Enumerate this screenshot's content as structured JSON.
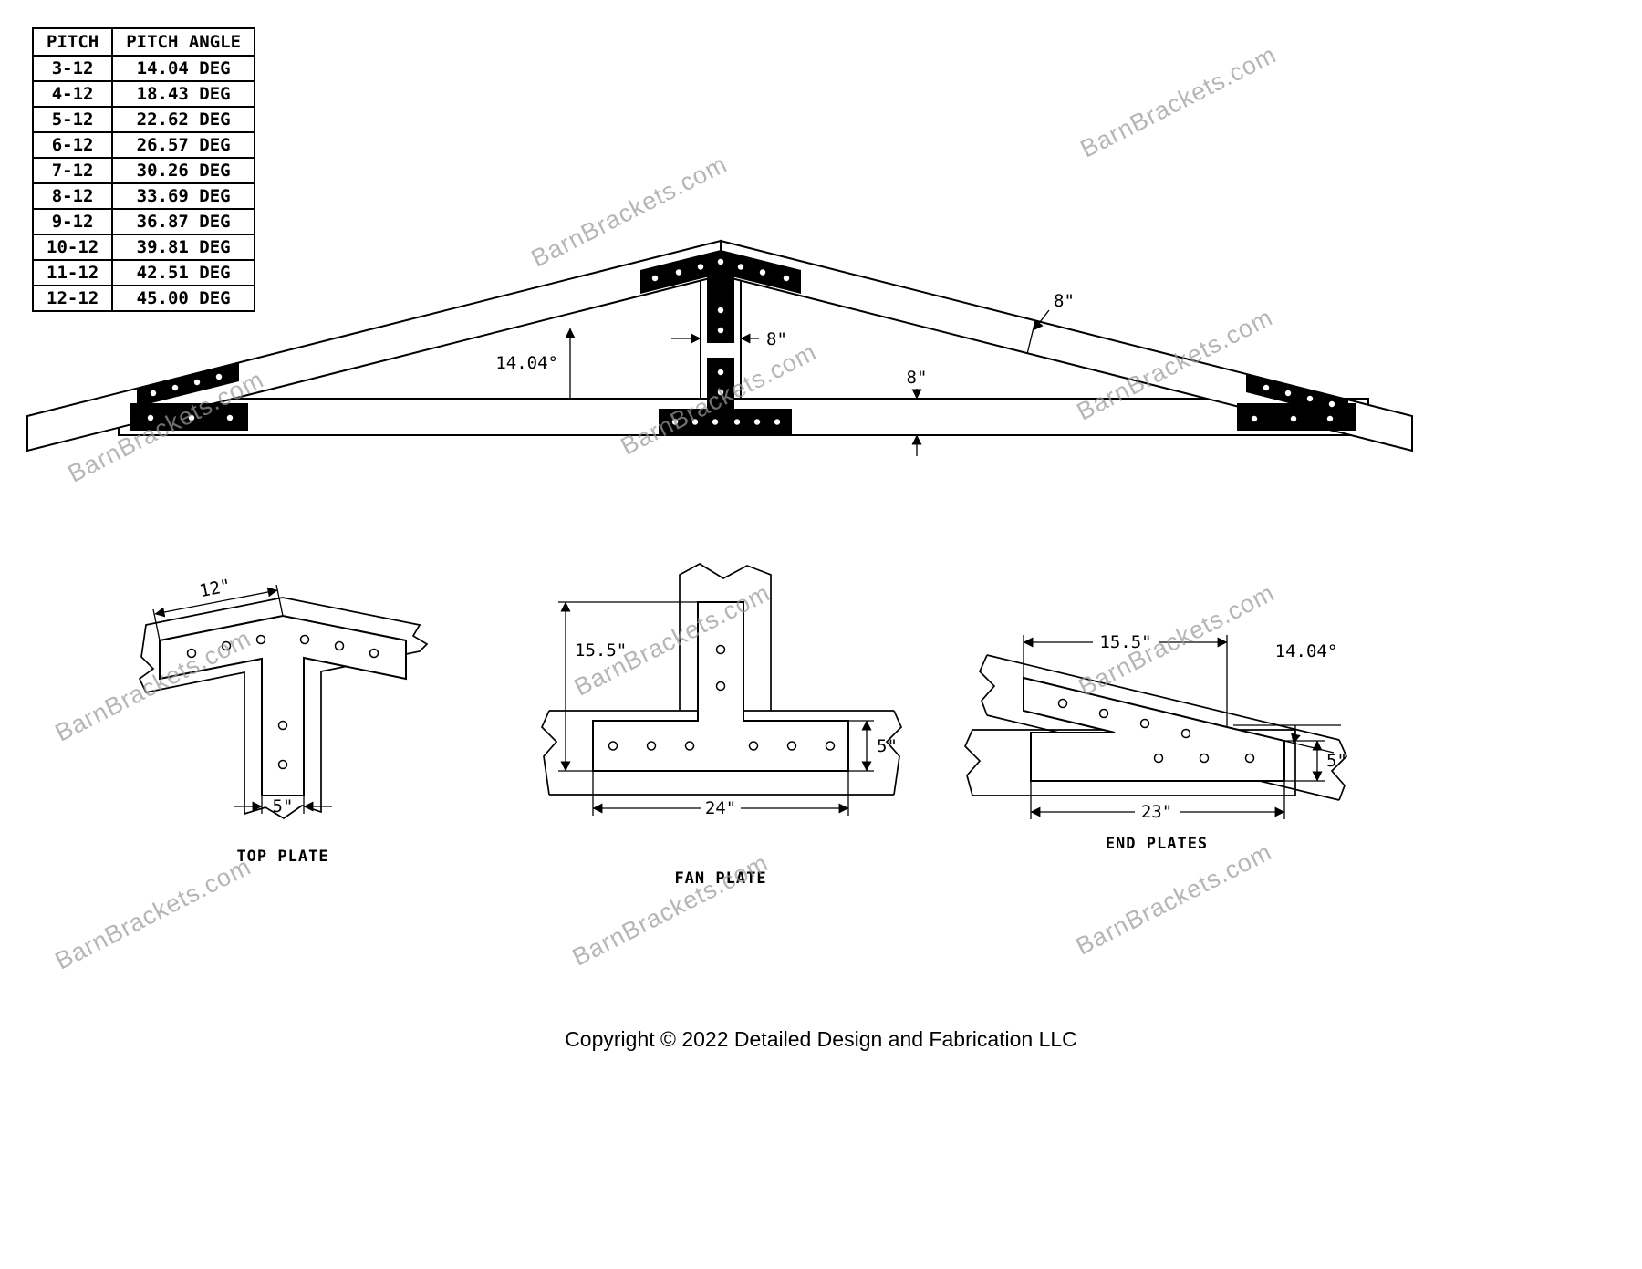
{
  "watermark": "BarnBrackets.com",
  "pitch_table": {
    "headers": [
      "PITCH",
      "PITCH ANGLE"
    ],
    "rows": [
      [
        "3-12",
        "14.04 DEG"
      ],
      [
        "4-12",
        "18.43 DEG"
      ],
      [
        "5-12",
        "22.62 DEG"
      ],
      [
        "6-12",
        "26.57 DEG"
      ],
      [
        "7-12",
        "30.26 DEG"
      ],
      [
        "8-12",
        "33.69 DEG"
      ],
      [
        "9-12",
        "36.87 DEG"
      ],
      [
        "10-12",
        "39.81 DEG"
      ],
      [
        "11-12",
        "42.51 DEG"
      ],
      [
        "12-12",
        "45.00 DEG"
      ]
    ]
  },
  "truss_diagram": {
    "rafter_depth": "8\"",
    "post_width": "8\"",
    "chord_depth": "8\"",
    "pitch_angle": "14.04°"
  },
  "top_plate": {
    "label": "TOP PLATE",
    "arm_length": "12\"",
    "stem_width": "5\""
  },
  "fan_plate": {
    "label": "FAN PLATE",
    "height": "15.5\"",
    "bar_height": "5\"",
    "width": "24\""
  },
  "end_plates": {
    "label": "END PLATES",
    "top_length": "15.5\"",
    "angle": "14.04°",
    "bar_height": "5\"",
    "bottom_length": "23\""
  },
  "footer": {
    "copyright": "Copyright © 2022 Detailed Design and Fabrication LLC"
  }
}
